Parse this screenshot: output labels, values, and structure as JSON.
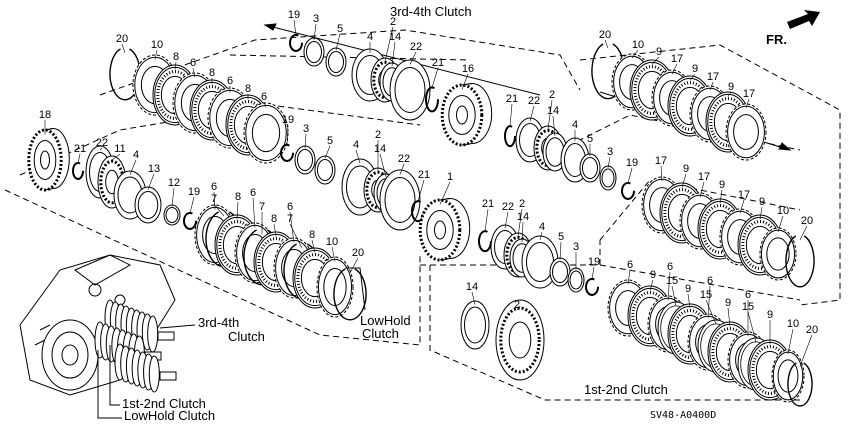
{
  "captions": {
    "top_clutch": "3rd-4th Clutch",
    "lowhold_line1": "LowHold",
    "lowhold_line2": "Clutch",
    "first_second": "1st-2nd Clutch",
    "fr": "FR.",
    "callout_34_line1": "3rd-4th",
    "callout_34_line2": "Clutch",
    "callout_12": "1st-2nd Clutch",
    "callout_lowhold": "LowHold Clutch",
    "diagram_code": "SV48-A0400D"
  },
  "part_numbers": [
    "20",
    "10",
    "8",
    "6",
    "8",
    "6",
    "8",
    "6",
    "19",
    "3",
    "5",
    "4",
    "2",
    "14",
    "22",
    "21",
    "16",
    "18",
    "21",
    "22",
    "11",
    "4",
    "13",
    "12",
    "19",
    "6",
    "7",
    "8",
    "6",
    "7",
    "8",
    "6",
    "7",
    "8",
    "10",
    "20",
    "19",
    "3",
    "5",
    "4",
    "2",
    "14",
    "22",
    "21",
    "1",
    "21",
    "22",
    "2",
    "14",
    "4",
    "5",
    "3",
    "19",
    "21",
    "22",
    "2",
    "14",
    "4",
    "5",
    "3",
    "19",
    "20",
    "10",
    "9",
    "17",
    "9",
    "17",
    "9",
    "17",
    "17",
    "9",
    "17",
    "9",
    "17",
    "9",
    "10",
    "20",
    "14",
    "2",
    "6",
    "9",
    "6",
    "15",
    "9",
    "6",
    "15",
    "9",
    "6",
    "15",
    "9",
    "10",
    "20"
  ]
}
